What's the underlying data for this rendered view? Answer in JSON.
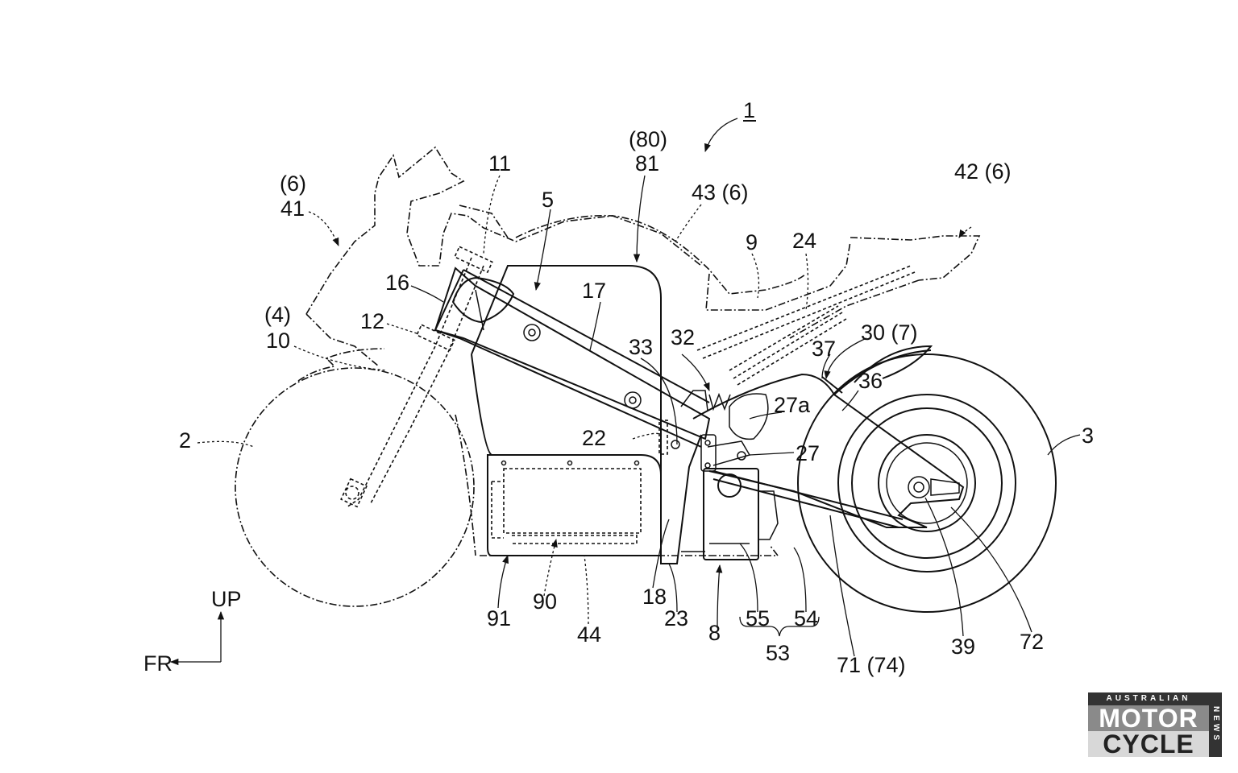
{
  "figure": {
    "title_ref": "1",
    "labels": {
      "l1": "1",
      "l80": "(80)",
      "l81": "81",
      "l6a": "(6)",
      "l41": "41",
      "l11": "11",
      "l5": "5",
      "l43": "43 (6)",
      "l42": "42 (6)",
      "l9": "9",
      "l24": "24",
      "l16": "16",
      "l17": "17",
      "l12": "12",
      "l4": "(4)",
      "l10": "10",
      "l33": "33",
      "l32": "32",
      "l30": "30 (7)",
      "l37": "37",
      "l36": "36",
      "l27a": "27a",
      "l27": "27",
      "l22": "22",
      "l2": "2",
      "l3": "3",
      "l91": "91",
      "l90": "90",
      "l44": "44",
      "l18": "18",
      "l23": "23",
      "l8": "8",
      "l55": "55",
      "l54": "54",
      "l53": "53",
      "l71": "71 (74)",
      "l39": "39",
      "l72": "72"
    },
    "orientation": {
      "up": "UP",
      "front": "FR"
    }
  },
  "watermark": {
    "top": "AUSTRALIAN",
    "line1": "MOTOR",
    "line2": "CYCLE",
    "side": "NEWS"
  }
}
